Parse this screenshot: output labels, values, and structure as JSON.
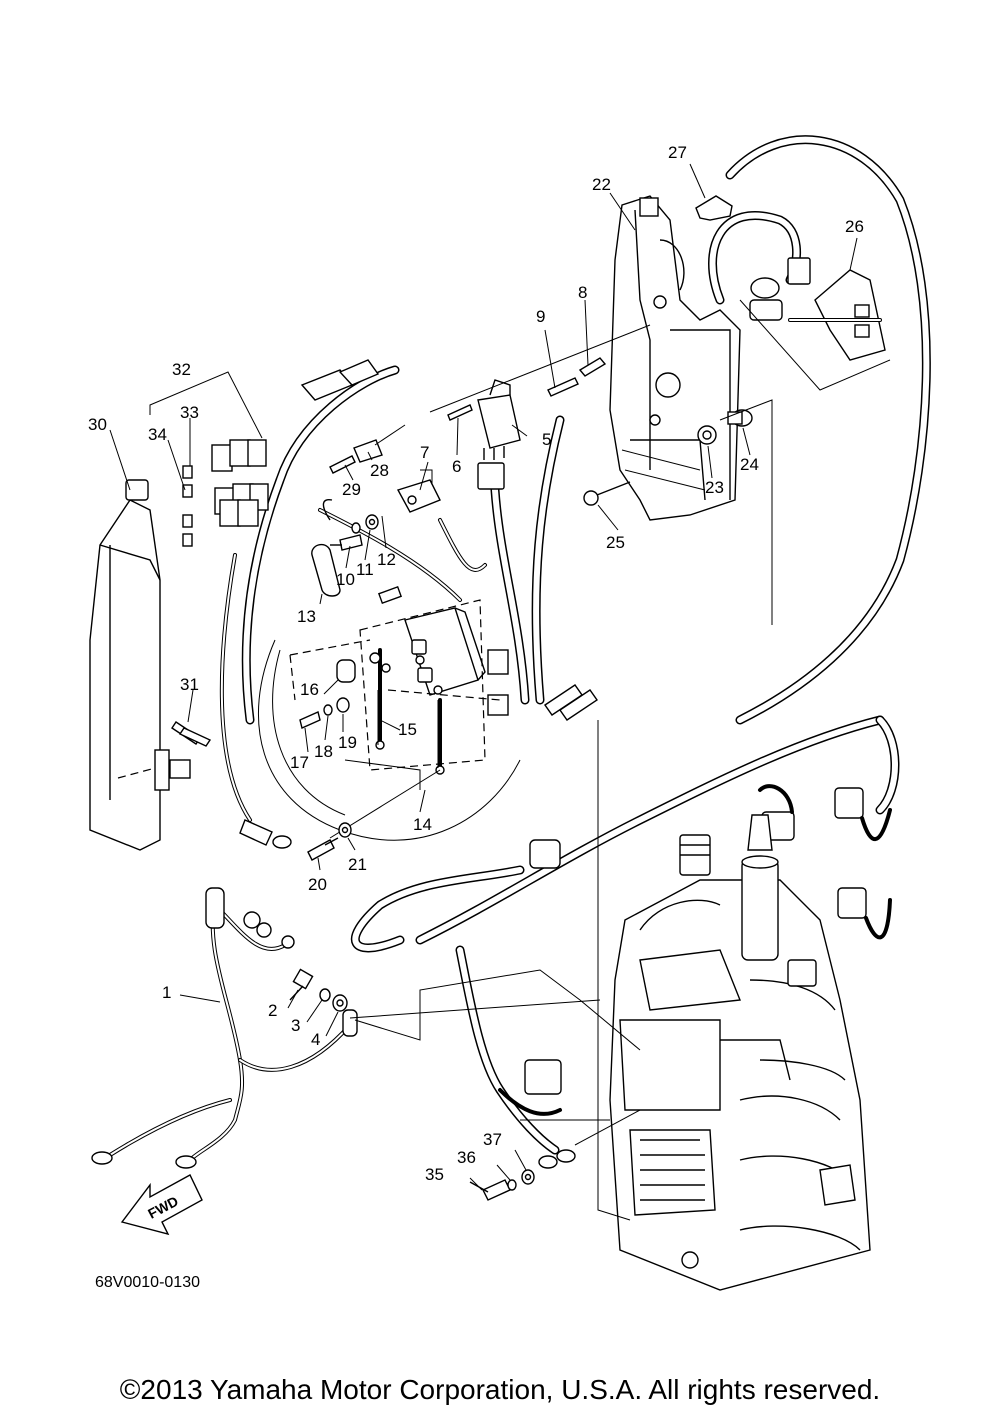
{
  "diagram_code": "68V0010-0130",
  "copyright": "©2013 Yamaha Motor Corporation, U.S.A. All rights reserved.",
  "fwd_label": "FWD",
  "callouts": [
    {
      "num": "1"
    },
    {
      "num": "2"
    },
    {
      "num": "3"
    },
    {
      "num": "4"
    },
    {
      "num": "5"
    },
    {
      "num": "6"
    },
    {
      "num": "7"
    },
    {
      "num": "8"
    },
    {
      "num": "9"
    },
    {
      "num": "10"
    },
    {
      "num": "11"
    },
    {
      "num": "12"
    },
    {
      "num": "13"
    },
    {
      "num": "14"
    },
    {
      "num": "15"
    },
    {
      "num": "16"
    },
    {
      "num": "17"
    },
    {
      "num": "18"
    },
    {
      "num": "19"
    },
    {
      "num": "20"
    },
    {
      "num": "21"
    },
    {
      "num": "22"
    },
    {
      "num": "23"
    },
    {
      "num": "24"
    },
    {
      "num": "25"
    },
    {
      "num": "26"
    },
    {
      "num": "27"
    },
    {
      "num": "28"
    },
    {
      "num": "29"
    },
    {
      "num": "30"
    },
    {
      "num": "31"
    },
    {
      "num": "32"
    },
    {
      "num": "33"
    },
    {
      "num": "34"
    },
    {
      "num": "35"
    },
    {
      "num": "36"
    },
    {
      "num": "37"
    }
  ]
}
